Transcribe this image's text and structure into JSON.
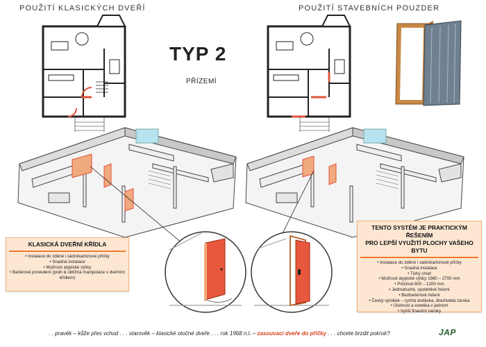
{
  "header": {
    "left_title": "POUŽITÍ   KLASICKÝCH   DVEŘÍ",
    "right_title": "POUŽITÍ   STAVEBNÍCH   POUZDER",
    "main_title": "TYP 2",
    "sub_title": "PŘÍZEMÍ"
  },
  "left_panel": {
    "heading": "KLASICKÁ DVEŘNÍ KŘÍDLA",
    "items": [
      "Instalace do zděné i sádrokartonové příčky",
      "Snadná instalace",
      "Možnost atypické výšky",
      "Bariérové provedení (práh & obtížná manipulace s dveřním křídlem)"
    ]
  },
  "right_panel": {
    "heading_line1": "TENTO SYSTÉM JE PRAKTICKÝM ŘEŠENÍM",
    "heading_line2": "PRO LEPŠÍ VYUŽITÍ PLOCHY VAŠEHO BYTU",
    "items": [
      "Instalace do zděné i sádrokartonové příčky",
      "Snadná instalace",
      "Tichý chod",
      "Možnost atypické výšky 1980 – 2700 mm",
      "Průchod 600 – 1200 mm",
      "Jednoduché, spolehlivé řešení",
      "Bezbariérové řešení",
      "Český výrobek – rychlá dodávka, dlouholetá záruka",
      "Účelnost a estetika v jednom",
      "Vyšší finanční nároky"
    ]
  },
  "footer": {
    "part1": ". . pravěk – kůže přes vchod . . . starověk – klasické otočné dveře . . . rok 1968 n.l. – ",
    "highlight": "zasouvací dveře do příčky",
    "part2": " . . . chcete brzdit pokrok?"
  },
  "logo": "JAP",
  "colors": {
    "accent_orange": "#f07a2a",
    "door_red": "#e0533a",
    "panel_bg": "#fde7d3",
    "logo_green": "#1f5b24"
  }
}
